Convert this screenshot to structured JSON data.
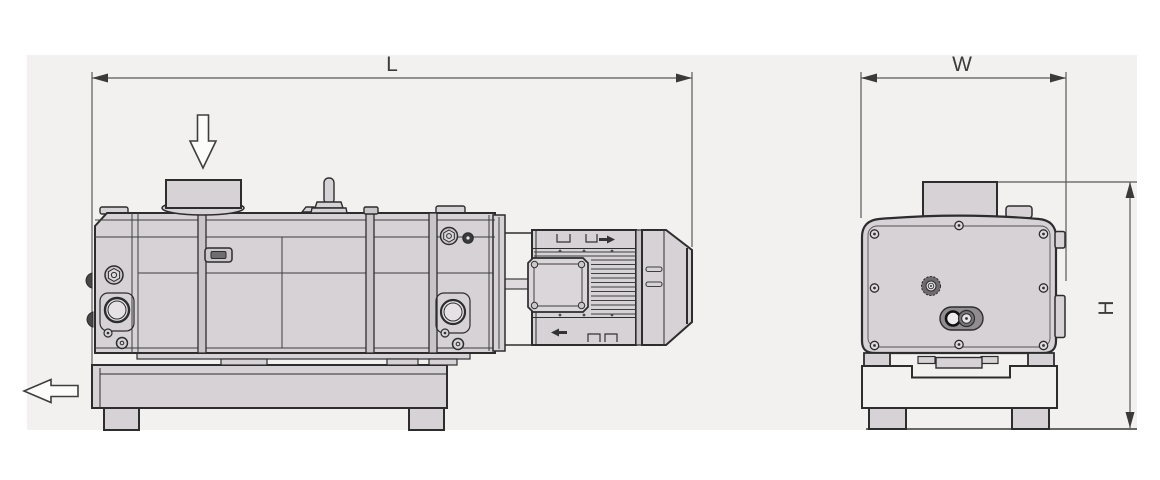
{
  "diagram": {
    "kind": "technical-dimension-drawing",
    "views": [
      {
        "name": "side-view"
      },
      {
        "name": "end-view"
      }
    ],
    "dimension_labels": {
      "length": "L",
      "width": "W",
      "height": "H"
    },
    "flow_icons": {
      "inlet": "arrow-down-outline",
      "outlet": "arrow-left-outline"
    },
    "colors": {
      "page_background": "#ffffff",
      "drawing_background": "#f2f1ef",
      "machine_fill": "#d7d2d5",
      "strap_fill": "#c9c4c7",
      "outline": "#2d2d2d",
      "dimension_line": "#5a5a5a",
      "label_text": "#3c3c3c"
    }
  }
}
